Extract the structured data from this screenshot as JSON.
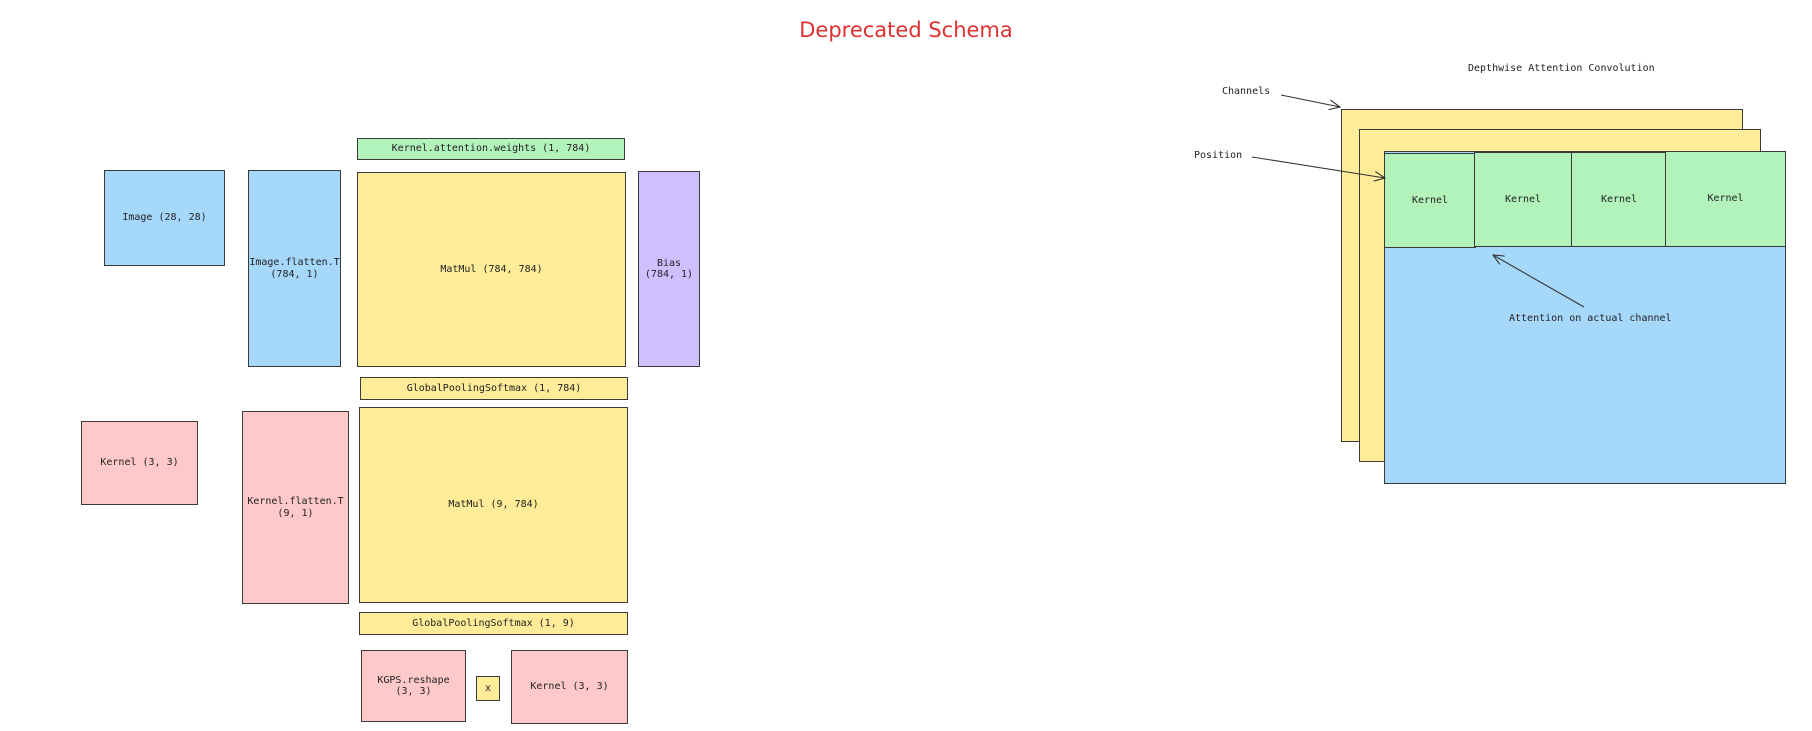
{
  "title": "Deprecated Schema",
  "colors": {
    "title": "#e03131",
    "blue": "#a6d8fc",
    "yellow": "#ffec99",
    "green": "#b2f2bb",
    "purple": "#d0bfff",
    "pink": "#ffc9c9"
  },
  "left_diagram": {
    "attention_weights": "Kernel.attention.weights (1, 784)",
    "image": "Image  (28, 28)",
    "image_flatten": "Image.flatten.T\n(784, 1)",
    "matmul_image": "MatMul (784, 784)",
    "bias": "Bias\n(784, 1)",
    "gps_784": "GlobalPoolingSoftmax (1, 784)",
    "kernel": "Kernel (3, 3)",
    "kernel_flatten": "Kernel.flatten.T\n(9, 1)",
    "matmul_kernel": "MatMul (9, 784)",
    "gps_9": "GlobalPoolingSoftmax (1, 9)",
    "kgps_reshape": "KGPS.reshape\n(3, 3)",
    "multiply": "x",
    "kernel_result": "Kernel (3, 3)"
  },
  "right_diagram": {
    "title": "Depthwise Attention Convolution",
    "channels_label": "Channels",
    "position_label": "Position",
    "kernels": [
      "Kernel",
      "Kernel",
      "Kernel",
      "Kernel"
    ],
    "attention_label": "Attention on actual channel"
  }
}
